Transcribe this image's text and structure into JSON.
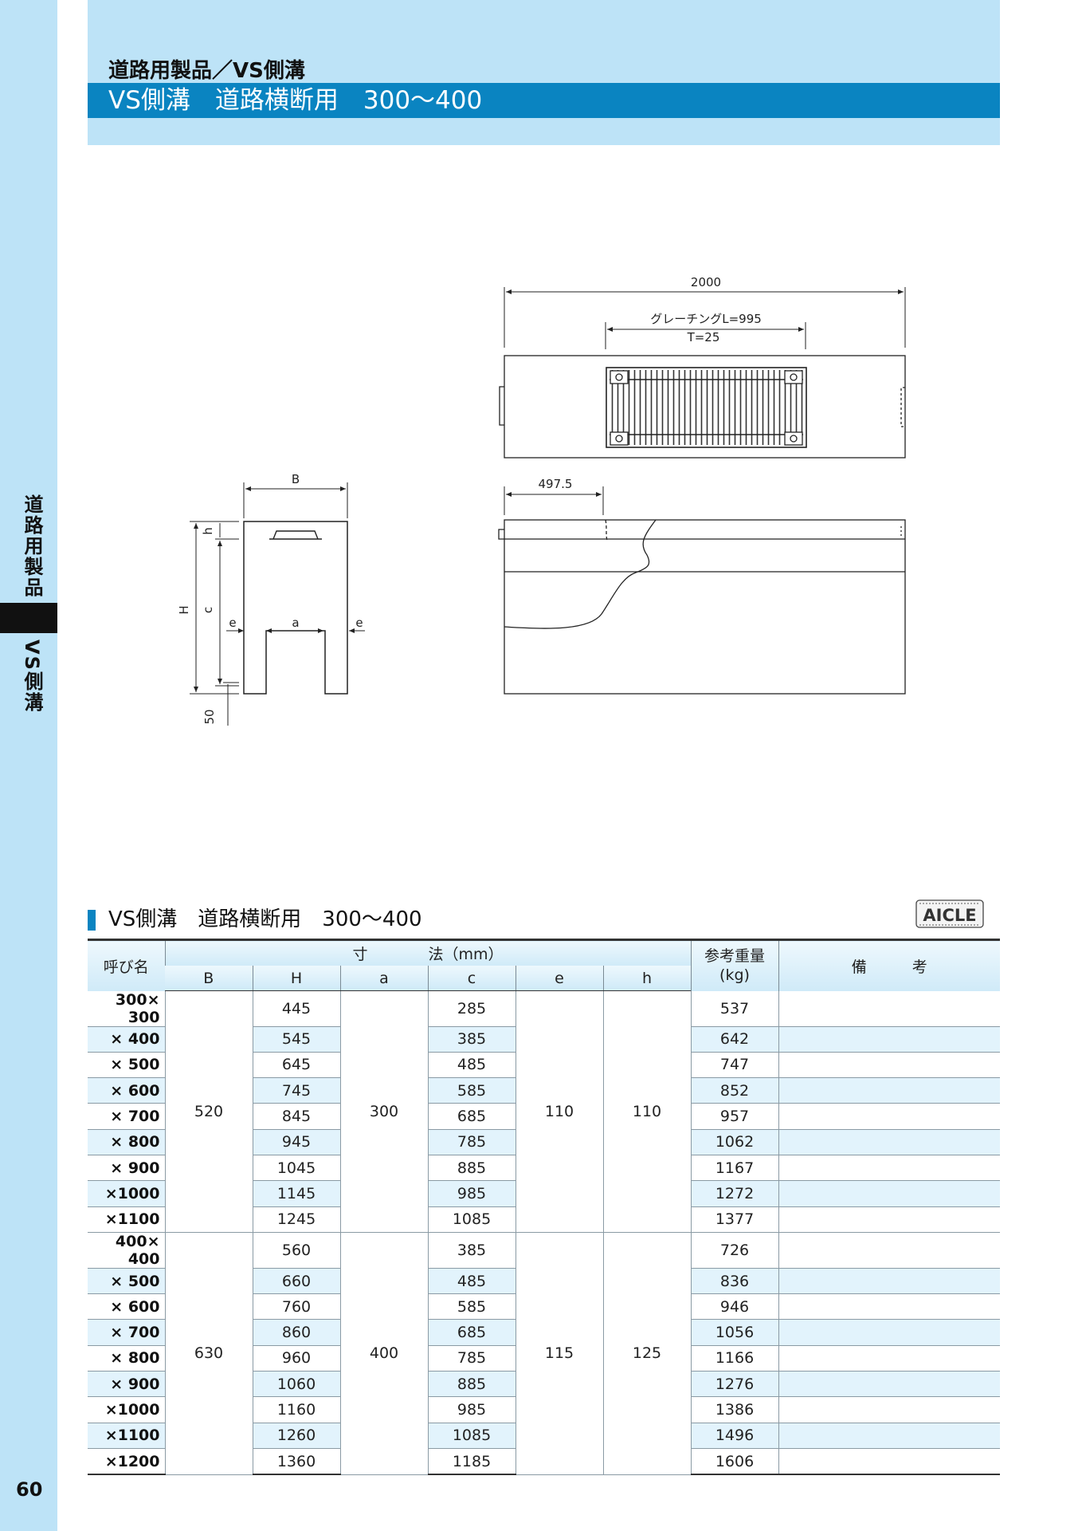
{
  "page": {
    "number": "60"
  },
  "side_tab": {
    "category": "道路用製品",
    "product": "VS側溝"
  },
  "header": {
    "breadcrumb": "道路用製品／VS側溝",
    "title": "VS側溝　道路横断用　300〜400"
  },
  "drawing": {
    "plan_length": "2000",
    "grating_label": "グレーチングL=995",
    "grating_thickness": "T=25",
    "offset_label": "497.5",
    "section_labels": {
      "B": "B",
      "H": "H",
      "c": "c",
      "h": "h",
      "e_left": "e",
      "a": "a",
      "e_right": "e",
      "base": "50"
    }
  },
  "table": {
    "section_title": "VS側溝　道路横断用　300〜400",
    "logo_text": "AICLE",
    "headers": {
      "name": "呼び名",
      "dimensions": "寸　　　　法（mm）",
      "B": "B",
      "H": "H",
      "a": "a",
      "c": "c",
      "e": "e",
      "h": "h",
      "weight": "参考重量\n(kg)",
      "remarks": "備　　　考"
    },
    "groups": [
      {
        "B": "520",
        "a": "300",
        "e": "110",
        "h": "110",
        "rows": [
          {
            "name": "300× 300",
            "H": "445",
            "c": "285",
            "weight": "537"
          },
          {
            "name": "× 400",
            "H": "545",
            "c": "385",
            "weight": "642"
          },
          {
            "name": "× 500",
            "H": "645",
            "c": "485",
            "weight": "747"
          },
          {
            "name": "× 600",
            "H": "745",
            "c": "585",
            "weight": "852"
          },
          {
            "name": "× 700",
            "H": "845",
            "c": "685",
            "weight": "957"
          },
          {
            "name": "× 800",
            "H": "945",
            "c": "785",
            "weight": "1062"
          },
          {
            "name": "× 900",
            "H": "1045",
            "c": "885",
            "weight": "1167"
          },
          {
            "name": "×1000",
            "H": "1145",
            "c": "985",
            "weight": "1272"
          },
          {
            "name": "×1100",
            "H": "1245",
            "c": "1085",
            "weight": "1377"
          }
        ]
      },
      {
        "B": "630",
        "a": "400",
        "e": "115",
        "h": "125",
        "rows": [
          {
            "name": "400× 400",
            "H": "560",
            "c": "385",
            "weight": "726"
          },
          {
            "name": "× 500",
            "H": "660",
            "c": "485",
            "weight": "836"
          },
          {
            "name": "× 600",
            "H": "760",
            "c": "585",
            "weight": "946"
          },
          {
            "name": "× 700",
            "H": "860",
            "c": "685",
            "weight": "1056"
          },
          {
            "name": "× 800",
            "H": "960",
            "c": "785",
            "weight": "1166"
          },
          {
            "name": "× 900",
            "H": "1060",
            "c": "885",
            "weight": "1276"
          },
          {
            "name": "×1000",
            "H": "1160",
            "c": "985",
            "weight": "1386"
          },
          {
            "name": "×1100",
            "H": "1260",
            "c": "1085",
            "weight": "1496"
          },
          {
            "name": "×1200",
            "H": "1360",
            "c": "1185",
            "weight": "1606"
          }
        ]
      }
    ]
  }
}
